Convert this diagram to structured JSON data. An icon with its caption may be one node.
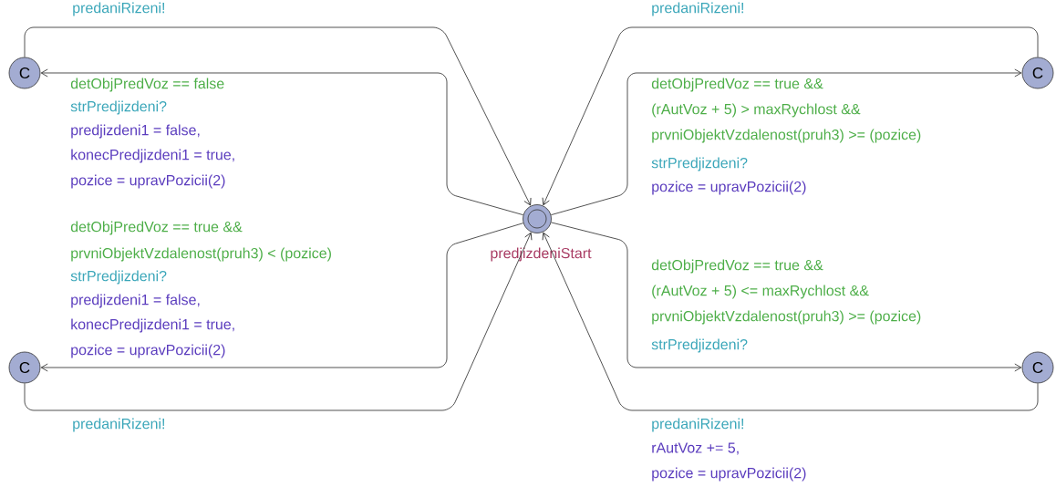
{
  "diagram": {
    "nodes": [
      {
        "text": [
          "predjizdeniStart"
        ]
      },
      {
        "text": [
          "C"
        ]
      },
      {
        "text": [
          "C"
        ]
      },
      {
        "text": [
          "C"
        ]
      },
      {
        "text": [
          "C"
        ]
      }
    ],
    "edges": [
      {
        "from": 0,
        "to": 1,
        "arrow": "to"
      },
      {
        "from": 1,
        "to": 0,
        "arrow": "to"
      },
      {
        "from": 0,
        "to": 3,
        "arrow": "to"
      },
      {
        "from": 3,
        "to": 0,
        "arrow": "to"
      },
      {
        "from": 0,
        "to": 2,
        "arrow": "to"
      },
      {
        "from": 2,
        "to": 0,
        "arrow": "to"
      },
      {
        "from": 0,
        "to": 4,
        "arrow": "to"
      },
      {
        "from": 4,
        "to": 0,
        "arrow": "to"
      }
    ],
    "labels": [
      "predaniRizeni!",
      "predaniRizeni!",
      "detObjPredVoz == false",
      "strPredjizdeni?",
      "predjizdeni1 = false,",
      "konecPredjizdeni1 = true,",
      "pozice = upravPozicii(2)",
      "detObjPredVoz == true &&",
      "(rAutVoz + 5) > maxRychlost &&",
      "prvniObjektVzdalenost(pruh3) >= (pozice)",
      "strPredjizdeni?",
      "pozice = upravPozicii(2)",
      "detObjPredVoz == true &&",
      "prvniObjektVzdalenost(pruh3) < (pozice)",
      "strPredjizdeni?",
      "predjizdeni1 = false,",
      "konecPredjizdeni1 = true,",
      "pozice = upravPozicii(2)",
      "detObjPredVoz == true &&",
      "(rAutVoz + 5) <= maxRychlost &&",
      "prvniObjektVzdalenost(pruh3) >= (pozice)",
      "strPredjizdeni?",
      "predaniRizeni!",
      "predaniRizeni!",
      "rAutVoz += 5,",
      "pozice = upravPozicii(2)"
    ]
  }
}
